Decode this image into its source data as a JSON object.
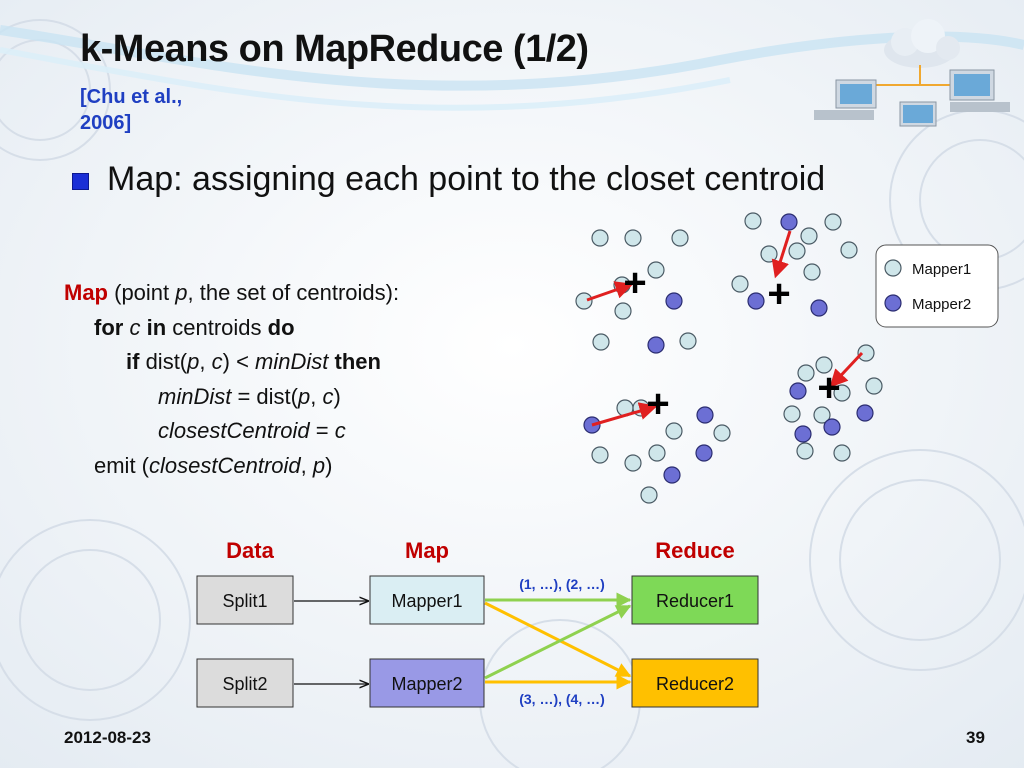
{
  "slide": {
    "title": "k-Means on MapReduce (1/2)",
    "citation_line1": "[Chu et al.,",
    "citation_line2": "2006]",
    "bullet": "Map: assigning each point to the closet centroid",
    "date": "2012-08-23",
    "page_number": "39"
  },
  "pseudocode": {
    "map_keyword": "Map",
    "signature_open": " (point ",
    "p": "p",
    "signature_rest": ", the set of centroids):",
    "for_kw": "for",
    "c": "c",
    "in_kw": "in",
    "centroids": " centroids ",
    "do_kw": "do",
    "if_kw": "if",
    "dist_open": " dist(",
    "comma": ", ",
    "lt": ") < ",
    "min_dist": "minDist",
    "then_kw": " then",
    "assign_eq": " = dist(",
    "close_paren": ")",
    "closest_centroid": "closestCentroid",
    "eq": " = ",
    "emit_open": "emit (",
    "emit_close": ")"
  },
  "legend": {
    "mapper1": "Mapper1",
    "mapper2": "Mapper2",
    "mapper1_color": "#cfe6ea",
    "mapper2_color": "#6c6fd4"
  },
  "centroid_symbol": "+",
  "dataflow": {
    "header_data": "Data",
    "header_map": "Map",
    "header_reduce": "Reduce",
    "split1": "Split1",
    "split2": "Split2",
    "mapper1": "Mapper1",
    "mapper2": "Mapper2",
    "reducer1": "Reducer1",
    "reducer2": "Reducer2",
    "pairs_top": "(1, …), (2, …)",
    "pairs_bottom": "(3, …), (4, …)"
  },
  "colors": {
    "header_red": "#c00000",
    "citation_blue": "#1f3fc2",
    "mapper1_box": "#daeef3",
    "mapper2_box": "#9999e6",
    "reducer1_box": "#7ed957",
    "reducer2_box": "#ffc000",
    "arrow_green": "#8fd14f",
    "arrow_yellow": "#ffc000",
    "assign_arrow": "#e02020"
  }
}
